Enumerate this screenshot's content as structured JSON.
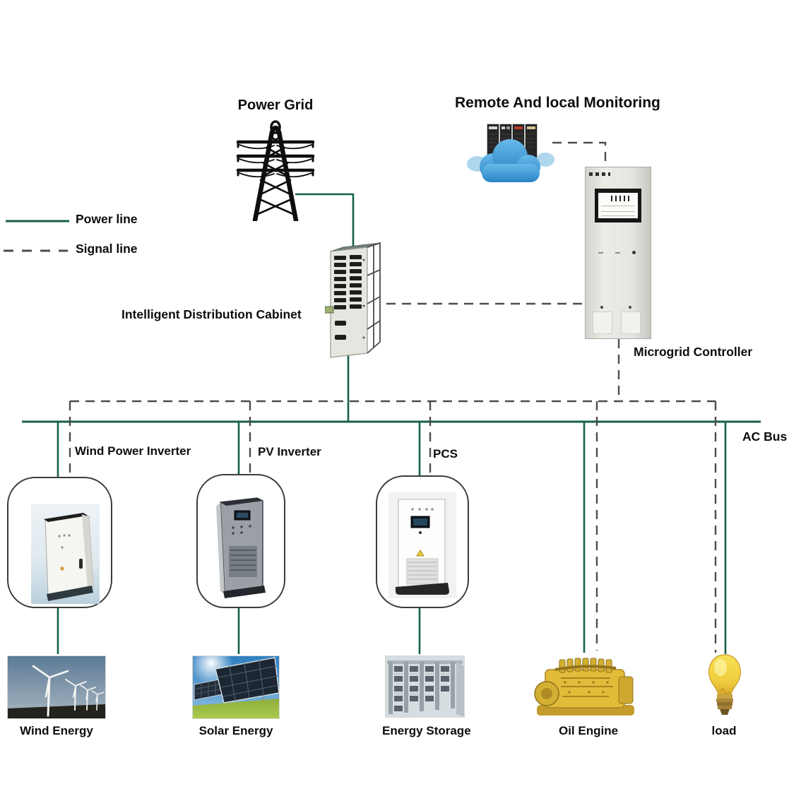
{
  "legend": {
    "power_label": "Power line",
    "signal_label": "Signal line"
  },
  "labels": {
    "power_grid": "Power Grid",
    "monitoring": "Remote And local Monitoring",
    "distribution_cabinet": "Intelligent Distribution Cabinet",
    "microgrid_controller": "Microgrid Controller",
    "ac_bus": "AC Bus"
  },
  "branches": [
    {
      "inverter_label": "Wind Power Inverter",
      "source_label": "Wind Energy"
    },
    {
      "inverter_label": "PV Inverter",
      "source_label": "Solar Energy"
    },
    {
      "inverter_label": "PCS",
      "source_label": "Energy Storage"
    },
    {
      "source_label": "Oil Engine"
    },
    {
      "source_label": "load"
    }
  ],
  "colors": {
    "power_line": "#16604c",
    "signal_line": "#4d4d4d",
    "cloud_blue": "#3d9bd8",
    "engine_yellow": "#e2bb3a",
    "bulb_yellow": "#f2d43c"
  }
}
